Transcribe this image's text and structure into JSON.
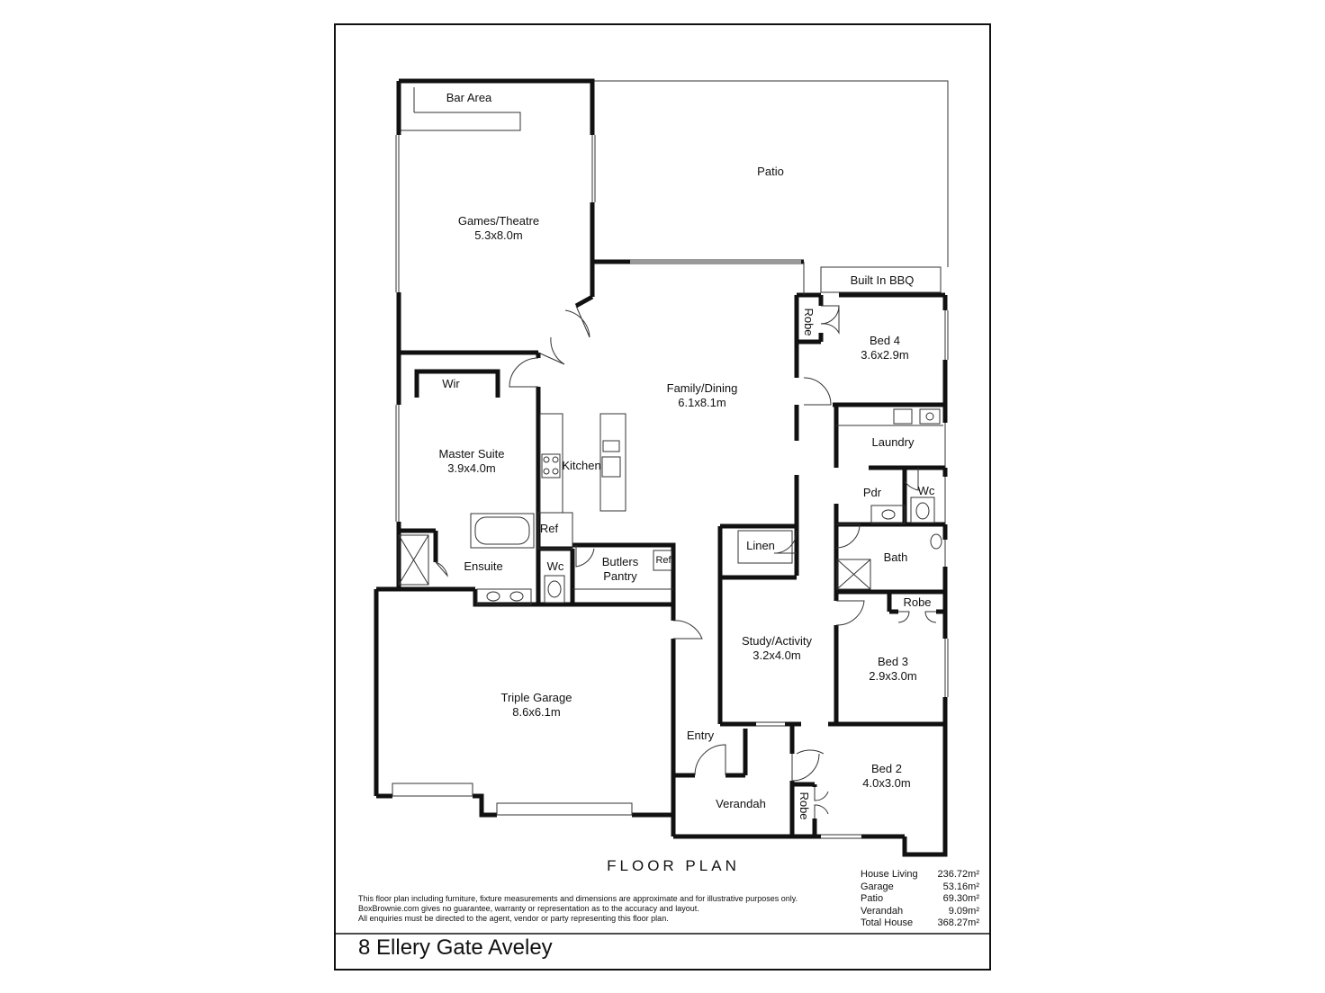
{
  "rooms": {
    "bar_area": {
      "name": "Bar Area"
    },
    "patio": {
      "name": "Patio"
    },
    "games_theatre": {
      "name": "Games/Theatre",
      "size": "5.3x8.0m"
    },
    "built_in_bbq": {
      "name": "Built In BBQ"
    },
    "robe_bed4": {
      "name": "Robe"
    },
    "bed4": {
      "name": "Bed 4",
      "size": "3.6x2.9m"
    },
    "family_dining": {
      "name": "Family/Dining",
      "size": "6.1x8.1m"
    },
    "wir": {
      "name": "Wir"
    },
    "laundry": {
      "name": "Laundry"
    },
    "master_suite": {
      "name": "Master Suite",
      "size": "3.9x4.0m"
    },
    "kitchen": {
      "name": "Kitchen"
    },
    "pdr": {
      "name": "Pdr"
    },
    "wc_laundry": {
      "name": "Wc"
    },
    "ref_kitchen": {
      "name": "Ref"
    },
    "linen": {
      "name": "Linen"
    },
    "bath": {
      "name": "Bath"
    },
    "ensuite": {
      "name": "Ensuite"
    },
    "wc_ensuite": {
      "name": "Wc"
    },
    "butlers_pantry": {
      "name": "Butlers",
      "name2": "Pantry"
    },
    "ref_pantry": {
      "name": "Ref"
    },
    "robe_bed3": {
      "name": "Robe"
    },
    "study_activity": {
      "name": "Study/Activity",
      "size": "3.2x4.0m"
    },
    "bed3": {
      "name": "Bed 3",
      "size": "2.9x3.0m"
    },
    "triple_garage": {
      "name": "Triple Garage",
      "size": "8.6x6.1m"
    },
    "entry": {
      "name": "Entry"
    },
    "bed2": {
      "name": "Bed 2",
      "size": "4.0x3.0m"
    },
    "verandah": {
      "name": "Verandah"
    },
    "robe_bed2": {
      "name": "Robe"
    }
  },
  "plan_title": "FLOOR PLAN",
  "disclaimer": [
    "This floor plan including furniture, fixture measurements and dimensions are approximate and for illustrative purposes only.",
    "BoxBrownie.com gives no guarantee, warranty or representation as to the accuracy and layout.",
    "All enquiries must be directed to the agent, vendor or party representing this floor plan."
  ],
  "areas": [
    {
      "label": "House Living",
      "value": "236.72m²"
    },
    {
      "label": "Garage",
      "value": "53.16m²"
    },
    {
      "label": "Patio",
      "value": "69.30m²"
    },
    {
      "label": "Verandah",
      "value": "9.09m²"
    },
    {
      "label": "Total House",
      "value": "368.27m²"
    }
  ],
  "address": "8 Ellery Gate Aveley"
}
